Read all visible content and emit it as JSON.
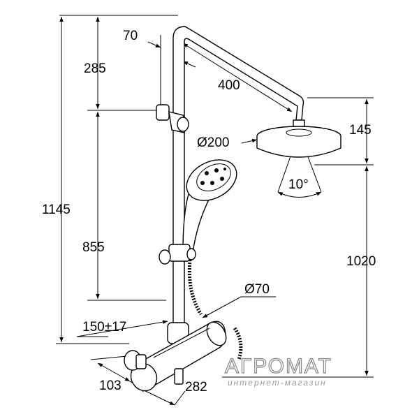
{
  "dimensions": {
    "d70_top": "70",
    "d285": "285",
    "d400": "400",
    "d145": "145",
    "d200": "Ø200",
    "d10": "10°",
    "d1145": "1145",
    "d855": "855",
    "d1020": "1020",
    "d70_pipe": "Ø70",
    "d150": "150±17",
    "d103": "103",
    "d282": "282"
  },
  "watermark": {
    "brand": "АГРОМАТ",
    "tagline": "интернет-магазин"
  }
}
